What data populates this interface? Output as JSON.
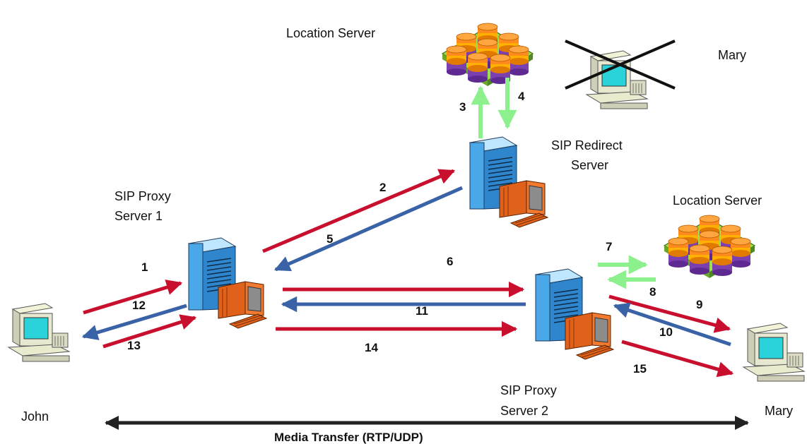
{
  "labels": {
    "location_server_top": "Location Server",
    "mary_offline": "Mary",
    "sip_redirect_line1": "SIP Redirect",
    "sip_redirect_line2": "Server",
    "sip_proxy1_line1": "SIP Proxy",
    "sip_proxy1_line2": "Server 1",
    "location_server_right": "Location Server",
    "sip_proxy2_line1": "SIP Proxy",
    "sip_proxy2_line2": "Server 2",
    "john": "John",
    "mary": "Mary",
    "media_transfer": "Media Transfer (RTP/UDP)"
  },
  "steps": [
    "1",
    "2",
    "3",
    "4",
    "5",
    "6",
    "7",
    "8",
    "9",
    "10",
    "11",
    "12",
    "13",
    "14",
    "15"
  ],
  "colors": {
    "red_arrow": "#c8102e",
    "blue_arrow": "#3a62a7",
    "green_arrow": "#8cf08c",
    "media_arrow": "#222222"
  },
  "icons": [
    "database-cluster-icon",
    "server-icon",
    "desktop-computer-icon",
    "offline-cross-icon"
  ]
}
